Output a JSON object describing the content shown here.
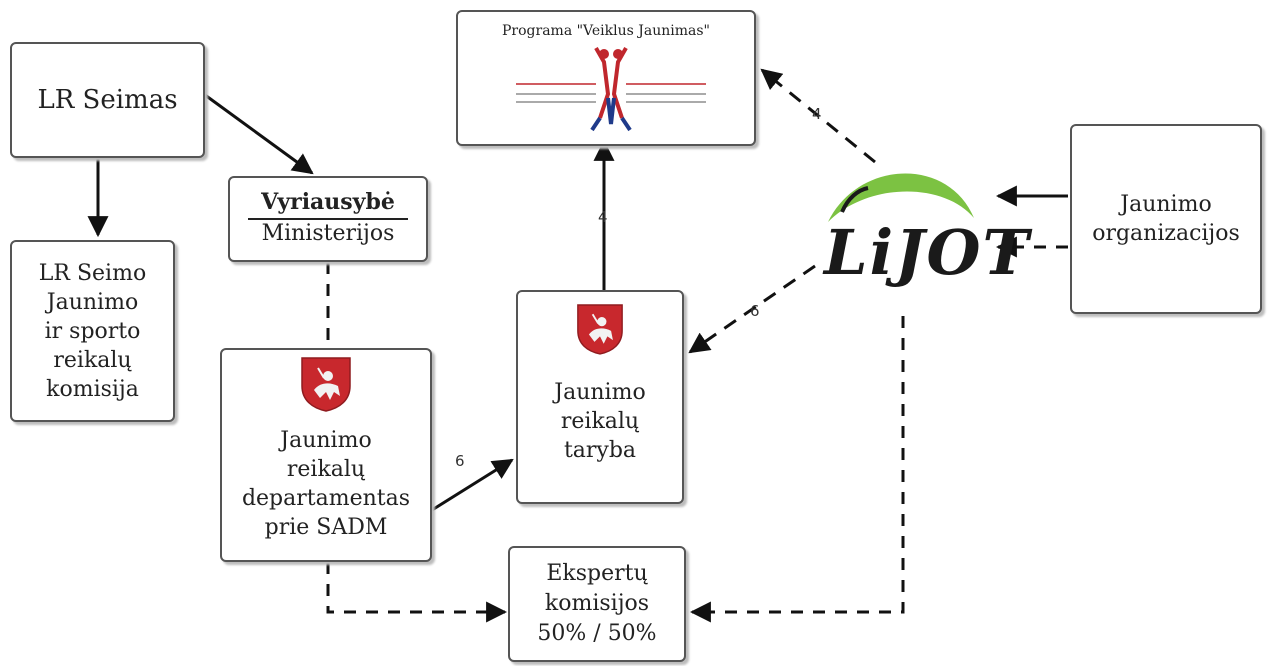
{
  "colors": {
    "box_border": "#555555",
    "arrow": "#111111",
    "lijot_green": "#7cc242",
    "lijot_text": "#1a1a1a",
    "lijot_o": "#7cc242",
    "coat_red": "#c8282d",
    "program_red": "#c0272d",
    "program_blue": "#1f3a8a"
  },
  "nodes": {
    "lr_seimas": "LR Seimas",
    "komisija": "LR Seimo\nJaunimo\nir sporto\nreikalų\nkomisija",
    "vyriausybe_title": "Vyriausybė",
    "vyriausybe_sub": "Ministerijos",
    "departamentas": "Jaunimo\nreikalų\ndepartamentas\nprie SADM",
    "taryba": "Jaunimo\nreikalų\ntaryba",
    "programa": "Programa \"Veiklus Jaunimas\"",
    "organizacijos": "Jaunimo\norganizacijos",
    "ekspertu": "Ekspertų\nkomisijos\n50% / 50%"
  },
  "logo": {
    "lijot_text": "LiJOT",
    "icon": "lijot-logo",
    "program_icon": "veiklus-jaunimas-figures-icon",
    "coat_icon": "vytis-coat-of-arms-icon"
  },
  "edges": {
    "program_from_lijot": "4",
    "program_from_taryba": "4",
    "lijot_to_taryba": "6",
    "departamentas_to_taryba": "6"
  }
}
